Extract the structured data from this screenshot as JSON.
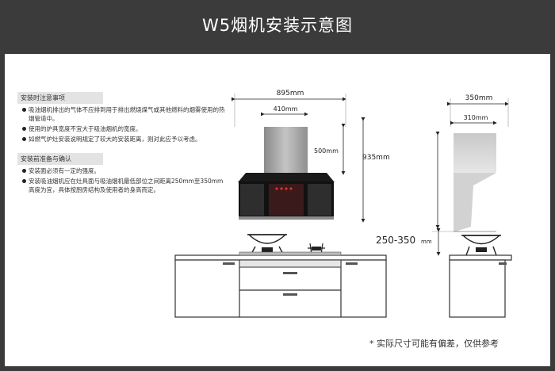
{
  "title": "W5烟机安装示意图",
  "notes": {
    "sections": [
      {
        "heading": "安装时注意事项",
        "items": [
          "吸油烟机排出的气体不应排到用于排出燃烧煤气或其他燃料的烟雾使用的热烟管道中。",
          "使用的炉具宽度不宜大于吸油烟机的宽度。",
          "如燃气炉灶安装说明规定了较大的安装距离，则对此应予以考虑。"
        ]
      },
      {
        "heading": "安装前准备与确认",
        "items": [
          "安装面必须有一定的强度。",
          "安装吸油烟机应在灶具面与吸油烟机最低部位之间距离250mm至350mm高度为宜，具体按厨房结构及使用者的身高而定。"
        ]
      }
    ]
  },
  "dimensions": {
    "width_total": "895mm",
    "chimney_width": "410mm",
    "chimney_height": "500mm",
    "total_height": "935mm",
    "side_depth": "350mm",
    "side_chimney_depth": "310mm",
    "install_gap": "250-350",
    "install_gap_unit": "mm"
  },
  "footnote": "* 实际尺寸可能有偏差，仅供参考"
}
